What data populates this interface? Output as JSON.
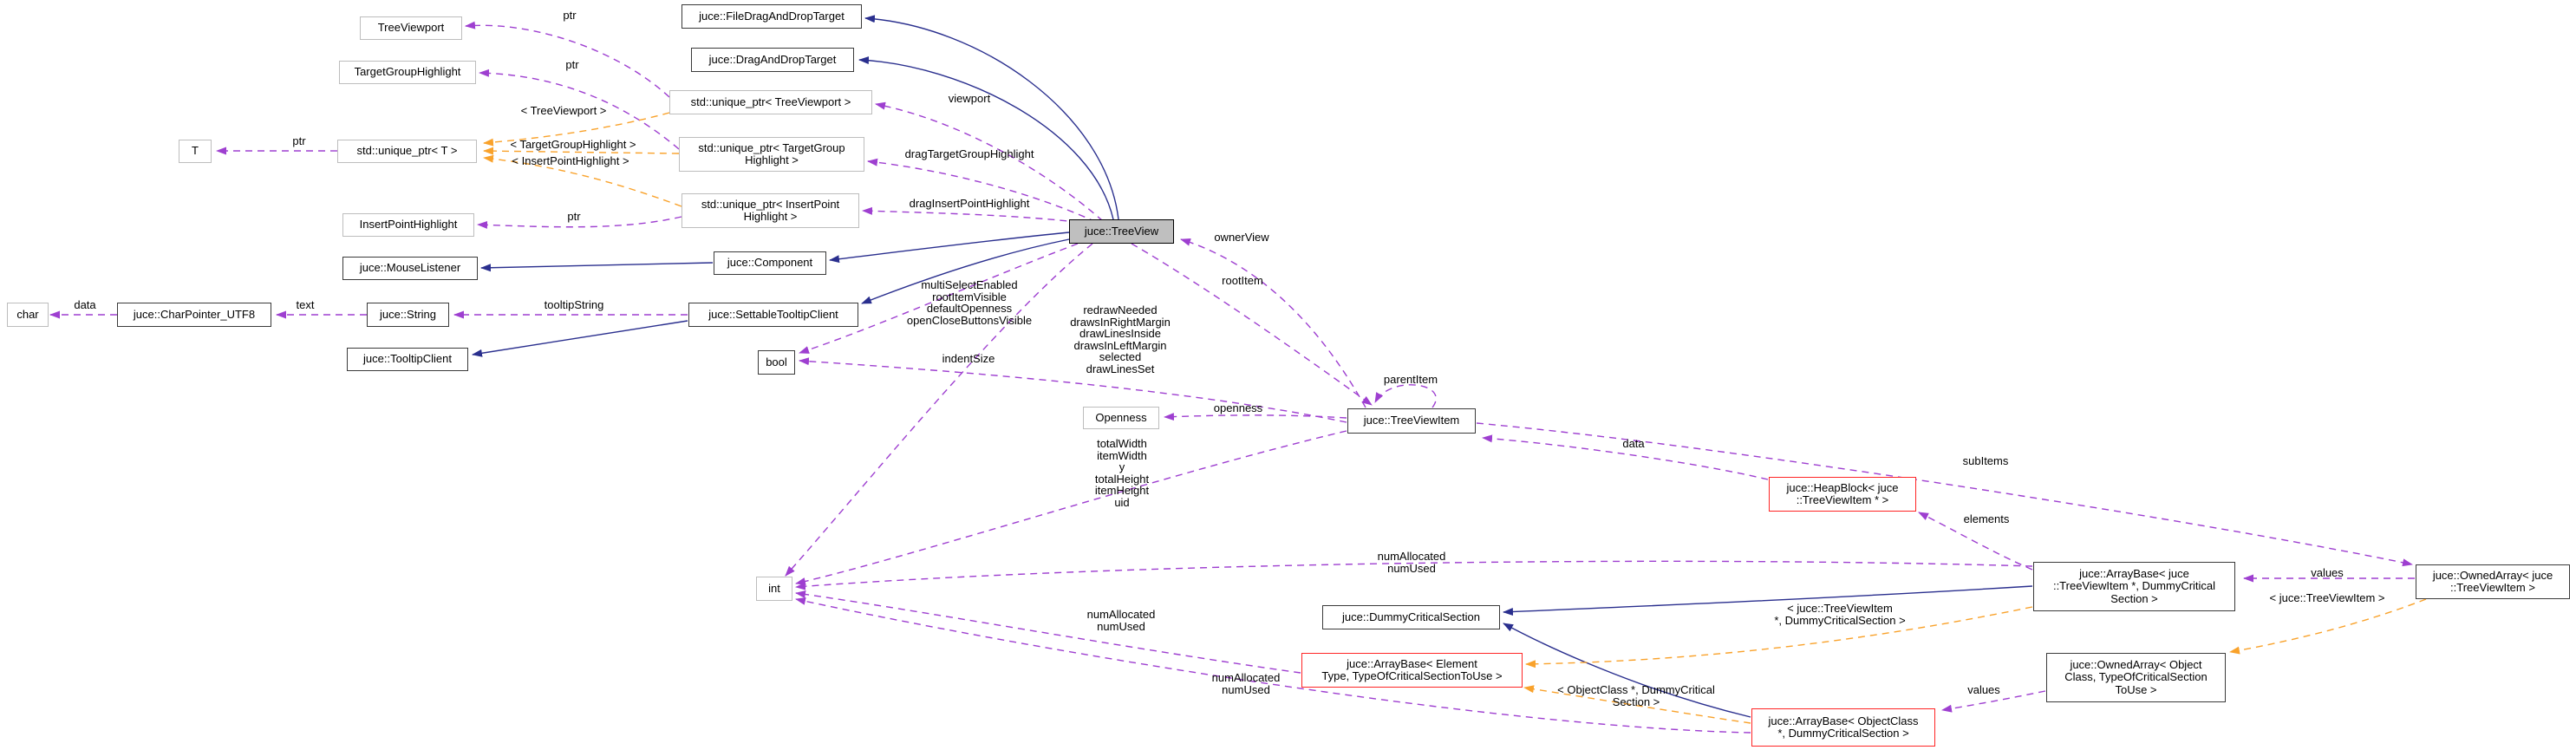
{
  "colors": {
    "inheritance_edge": "#2a2f8e",
    "usage_edge": "#9e3fd0",
    "template_edge": "#f9a22b",
    "linked_node_border": "#3a3a3a",
    "plain_node_border": "#bdbdbd",
    "red_node_border": "#ff2525",
    "main_node_fill": "#bfbfbf"
  },
  "nodes": [
    {
      "id": "TreeViewport",
      "style": "plain",
      "lines": [
        "TreeViewport"
      ]
    },
    {
      "id": "FileDragAndDropTarget",
      "style": "link",
      "lines": [
        "juce::FileDragAndDropTarget"
      ]
    },
    {
      "id": "DragAndDropTarget",
      "style": "link",
      "lines": [
        "juce::DragAndDropTarget"
      ]
    },
    {
      "id": "TargetGroupHighlight",
      "style": "plain",
      "lines": [
        "TargetGroupHighlight"
      ]
    },
    {
      "id": "uptrTreeViewport",
      "style": "plain",
      "lines": [
        "std::unique_ptr< TreeViewport >"
      ]
    },
    {
      "id": "T",
      "style": "plain",
      "lines": [
        "T"
      ]
    },
    {
      "id": "uptrT",
      "style": "plain",
      "lines": [
        "std::unique_ptr< T >"
      ]
    },
    {
      "id": "uptrTargetGroup",
      "style": "plain",
      "lines": [
        "std::unique_ptr< TargetGroup",
        "Highlight >"
      ]
    },
    {
      "id": "uptrInsertPoint",
      "style": "plain",
      "lines": [
        "std::unique_ptr< InsertPoint",
        "Highlight >"
      ]
    },
    {
      "id": "InsertPointHighlight",
      "style": "plain",
      "lines": [
        "InsertPointHighlight"
      ]
    },
    {
      "id": "MouseListener",
      "style": "link",
      "lines": [
        "juce::MouseListener"
      ]
    },
    {
      "id": "Component",
      "style": "link",
      "lines": [
        "juce::Component"
      ]
    },
    {
      "id": "char",
      "style": "plain",
      "lines": [
        "char"
      ]
    },
    {
      "id": "CharPointer_UTF8",
      "style": "link",
      "lines": [
        "juce::CharPointer_UTF8"
      ]
    },
    {
      "id": "String",
      "style": "link",
      "lines": [
        "juce::String"
      ]
    },
    {
      "id": "SettableTooltipClient",
      "style": "link",
      "lines": [
        "juce::SettableTooltipClient"
      ]
    },
    {
      "id": "TooltipClient",
      "style": "link",
      "lines": [
        "juce::TooltipClient"
      ]
    },
    {
      "id": "bool",
      "style": "dark",
      "lines": [
        "bool"
      ]
    },
    {
      "id": "TreeView",
      "style": "main",
      "lines": [
        "juce::TreeView"
      ]
    },
    {
      "id": "Openness",
      "style": "plain",
      "lines": [
        "Openness"
      ]
    },
    {
      "id": "TreeViewItem",
      "style": "link",
      "lines": [
        "juce::TreeViewItem"
      ]
    },
    {
      "id": "int",
      "style": "plain",
      "lines": [
        "int"
      ]
    },
    {
      "id": "HeapBlock",
      "style": "red",
      "lines": [
        "juce::HeapBlock< juce",
        "::TreeViewItem * >"
      ]
    },
    {
      "id": "DummyCriticalSection",
      "style": "link",
      "lines": [
        "juce::DummyCriticalSection"
      ]
    },
    {
      "id": "ArrayBaseTVI",
      "style": "link",
      "lines": [
        "juce::ArrayBase< juce",
        "::TreeViewItem *, DummyCritical",
        "Section >"
      ]
    },
    {
      "id": "OwnedArrayTVI",
      "style": "link",
      "lines": [
        "juce::OwnedArray< juce",
        "::TreeViewItem >"
      ]
    },
    {
      "id": "ArrayBaseElement",
      "style": "red",
      "lines": [
        "juce::ArrayBase< Element",
        "Type, TypeOfCriticalSectionToUse >"
      ]
    },
    {
      "id": "OwnedArrayObj",
      "style": "link",
      "lines": [
        "juce::OwnedArray< Object",
        "Class, TypeOfCriticalSection",
        "ToUse >"
      ]
    },
    {
      "id": "ArrayBaseObj",
      "style": "red",
      "lines": [
        "juce::ArrayBase< ObjectClass",
        "*, DummyCriticalSection >"
      ]
    }
  ],
  "edge_labels": [
    {
      "id": "ptr_viewport",
      "lines": [
        "ptr"
      ]
    },
    {
      "id": "ptr_target",
      "lines": [
        "ptr"
      ]
    },
    {
      "id": "ptr_insert",
      "lines": [
        "ptr"
      ]
    },
    {
      "id": "ptr_t",
      "lines": [
        "ptr"
      ]
    },
    {
      "id": "t_viewport",
      "lines": [
        "< TreeViewport >"
      ]
    },
    {
      "id": "t_target",
      "lines": [
        "< TargetGroupHighlight >"
      ]
    },
    {
      "id": "t_insert",
      "lines": [
        "< InsertPointHighlight >"
      ]
    },
    {
      "id": "viewport",
      "lines": [
        "viewport"
      ]
    },
    {
      "id": "drag_target",
      "lines": [
        "dragTargetGroupHighlight"
      ]
    },
    {
      "id": "drag_insert",
      "lines": [
        "dragInsertPointHighlight"
      ]
    },
    {
      "id": "owner_view",
      "lines": [
        "ownerView"
      ]
    },
    {
      "id": "root_item",
      "lines": [
        "rootItem"
      ]
    },
    {
      "id": "char_data",
      "lines": [
        "data"
      ]
    },
    {
      "id": "text",
      "lines": [
        "text"
      ]
    },
    {
      "id": "tooltip_string",
      "lines": [
        "tooltipString"
      ]
    },
    {
      "id": "multi_flags",
      "lines": [
        "multiSelectEnabled",
        "rootItemVisible",
        "defaultOpenness",
        "openCloseButtonsVisible"
      ]
    },
    {
      "id": "item_flags",
      "lines": [
        "redrawNeeded",
        "drawsInRightMargin",
        "drawLinesInside",
        "drawsInLeftMargin",
        "selected",
        "drawLinesSet"
      ]
    },
    {
      "id": "indent_size",
      "lines": [
        "indentSize"
      ]
    },
    {
      "id": "openness",
      "lines": [
        "openness"
      ]
    },
    {
      "id": "parent_item",
      "lines": [
        "parentItem"
      ]
    },
    {
      "id": "item_sizes",
      "lines": [
        "totalWidth",
        "itemWidth",
        "y",
        "totalHeight",
        "itemHeight",
        "uid"
      ]
    },
    {
      "id": "heap_data",
      "lines": [
        "data"
      ]
    },
    {
      "id": "sub_items",
      "lines": [
        "subItems"
      ]
    },
    {
      "id": "elements",
      "lines": [
        "elements"
      ]
    },
    {
      "id": "values_a",
      "lines": [
        "values"
      ]
    },
    {
      "id": "t_owned",
      "lines": [
        "< juce::TreeViewItem >"
      ]
    },
    {
      "id": "t_array_tvi",
      "lines": [
        "< juce::TreeViewItem",
        "*, DummyCriticalSection >"
      ]
    },
    {
      "id": "num_a",
      "lines": [
        "numAllocated",
        "numUsed"
      ]
    },
    {
      "id": "num_b",
      "lines": [
        "numAllocated",
        "numUsed"
      ]
    },
    {
      "id": "num_c",
      "lines": [
        "numAllocated",
        "numUsed"
      ]
    },
    {
      "id": "t_array_obj",
      "lines": [
        "< ObjectClass *, DummyCritical",
        "Section >"
      ]
    },
    {
      "id": "values_b",
      "lines": [
        "values"
      ]
    }
  ],
  "edges": [
    {
      "from": "uptrTreeViewport",
      "to": "TreeViewport",
      "type": "usage",
      "label": "ptr_viewport"
    },
    {
      "from": "uptrTargetGroup",
      "to": "TargetGroupHighlight",
      "type": "usage",
      "label": "ptr_target"
    },
    {
      "from": "uptrInsertPoint",
      "to": "InsertPointHighlight",
      "type": "usage",
      "label": "ptr_insert"
    },
    {
      "from": "uptrT",
      "to": "T",
      "type": "usage",
      "label": "ptr_t"
    },
    {
      "from": "uptrTreeViewport",
      "to": "uptrT",
      "type": "template",
      "label": "t_viewport"
    },
    {
      "from": "uptrTargetGroup",
      "to": "uptrT",
      "type": "template",
      "label": "t_target"
    },
    {
      "from": "uptrInsertPoint",
      "to": "uptrT",
      "type": "template",
      "label": "t_insert"
    },
    {
      "from": "TreeView",
      "to": "uptrTreeViewport",
      "type": "usage",
      "label": "viewport"
    },
    {
      "from": "TreeView",
      "to": "uptrTargetGroup",
      "type": "usage",
      "label": "drag_target"
    },
    {
      "from": "TreeView",
      "to": "uptrInsertPoint",
      "type": "usage",
      "label": "drag_insert"
    },
    {
      "from": "TreeView",
      "to": "FileDragAndDropTarget",
      "type": "inheritance",
      "label": null
    },
    {
      "from": "TreeView",
      "to": "DragAndDropTarget",
      "type": "inheritance",
      "label": null
    },
    {
      "from": "TreeView",
      "to": "Component",
      "type": "inheritance",
      "label": null
    },
    {
      "from": "TreeView",
      "to": "SettableTooltipClient",
      "type": "inheritance",
      "label": null
    },
    {
      "from": "Component",
      "to": "MouseListener",
      "type": "inheritance",
      "label": null
    },
    {
      "from": "SettableTooltipClient",
      "to": "TooltipClient",
      "type": "inheritance",
      "label": null
    },
    {
      "from": "CharPointer_UTF8",
      "to": "char",
      "type": "usage",
      "label": "char_data"
    },
    {
      "from": "String",
      "to": "CharPointer_UTF8",
      "type": "usage",
      "label": "text"
    },
    {
      "from": "SettableTooltipClient",
      "to": "String",
      "type": "usage",
      "label": "tooltip_string"
    },
    {
      "from": "TreeView",
      "to": "bool",
      "type": "usage",
      "label": "multi_flags"
    },
    {
      "from": "TreeViewItem",
      "to": "bool",
      "type": "usage",
      "label": "item_flags"
    },
    {
      "from": "TreeView",
      "to": "int",
      "type": "usage",
      "label": "indent_size"
    },
    {
      "from": "TreeViewItem",
      "to": "int",
      "type": "usage",
      "label": "item_sizes"
    },
    {
      "from": "TreeViewItem",
      "to": "Openness",
      "type": "usage",
      "label": "openness"
    },
    {
      "from": "TreeView",
      "to": "TreeViewItem",
      "type": "usage",
      "label": "root_item"
    },
    {
      "from": "TreeViewItem",
      "to": "TreeView",
      "type": "usage",
      "label": "owner_view"
    },
    {
      "from": "TreeViewItem",
      "to": "TreeViewItem",
      "type": "usage",
      "label": "parent_item"
    },
    {
      "from": "HeapBlock",
      "to": "TreeViewItem",
      "type": "usage",
      "label": "heap_data"
    },
    {
      "from": "TreeViewItem",
      "to": "OwnedArrayTVI",
      "type": "usage",
      "label": "sub_items"
    },
    {
      "from": "ArrayBaseTVI",
      "to": "HeapBlock",
      "type": "usage",
      "label": "elements"
    },
    {
      "from": "OwnedArrayTVI",
      "to": "ArrayBaseTVI",
      "type": "usage",
      "label": "values_a"
    },
    {
      "from": "OwnedArrayObj",
      "to": "ArrayBaseObj",
      "type": "usage",
      "label": "values_b"
    },
    {
      "from": "ArrayBaseTVI",
      "to": "int",
      "type": "usage",
      "label": "num_a"
    },
    {
      "from": "ArrayBaseElement",
      "to": "int",
      "type": "usage",
      "label": "num_b"
    },
    {
      "from": "ArrayBaseObj",
      "to": "int",
      "type": "usage",
      "label": "num_c"
    },
    {
      "from": "ArrayBaseTVI",
      "to": "DummyCriticalSection",
      "type": "inheritance",
      "label": null
    },
    {
      "from": "ArrayBaseObj",
      "to": "DummyCriticalSection",
      "type": "inheritance",
      "label": null
    },
    {
      "from": "OwnedArrayTVI",
      "to": "OwnedArrayObj",
      "type": "template",
      "label": "t_owned"
    },
    {
      "from": "ArrayBaseTVI",
      "to": "ArrayBaseElement",
      "type": "template",
      "label": "t_array_tvi"
    },
    {
      "from": "ArrayBaseObj",
      "to": "ArrayBaseElement",
      "type": "template",
      "label": "t_array_obj"
    }
  ]
}
